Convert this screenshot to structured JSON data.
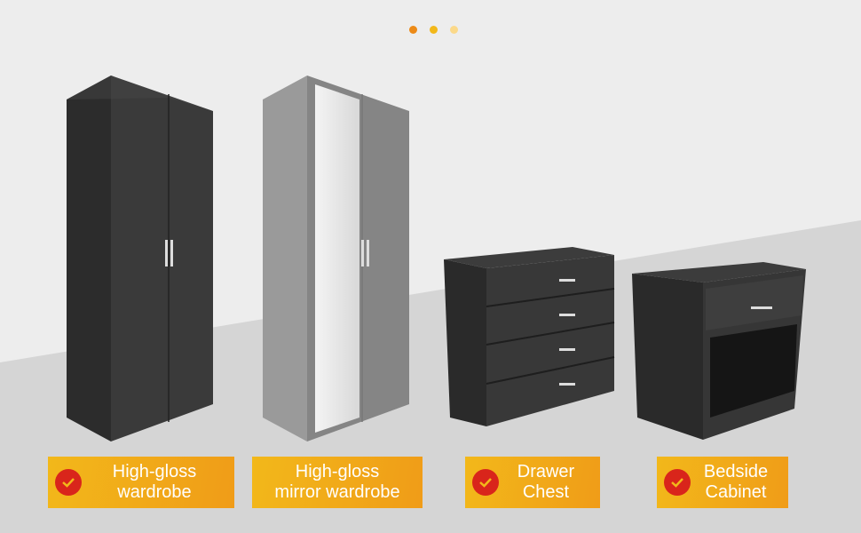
{
  "carousel": {
    "dot_count": 3,
    "active_index": 0,
    "colors": [
      "#ec8a17",
      "#f2b81a",
      "#fbd98a"
    ]
  },
  "products": [
    {
      "line1": "High-gloss",
      "line2": "wardrobe",
      "checked": true
    },
    {
      "line1": "High-gloss",
      "line2": "mirror wardrobe",
      "checked": false
    },
    {
      "line1": "Drawer",
      "line2": "Chest",
      "checked": true
    },
    {
      "line1": "Bedside",
      "line2": "Cabinet",
      "checked": true
    }
  ],
  "colors": {
    "label_start": "#f2b81a",
    "label_end": "#f09c18",
    "check": "#d9251b"
  }
}
